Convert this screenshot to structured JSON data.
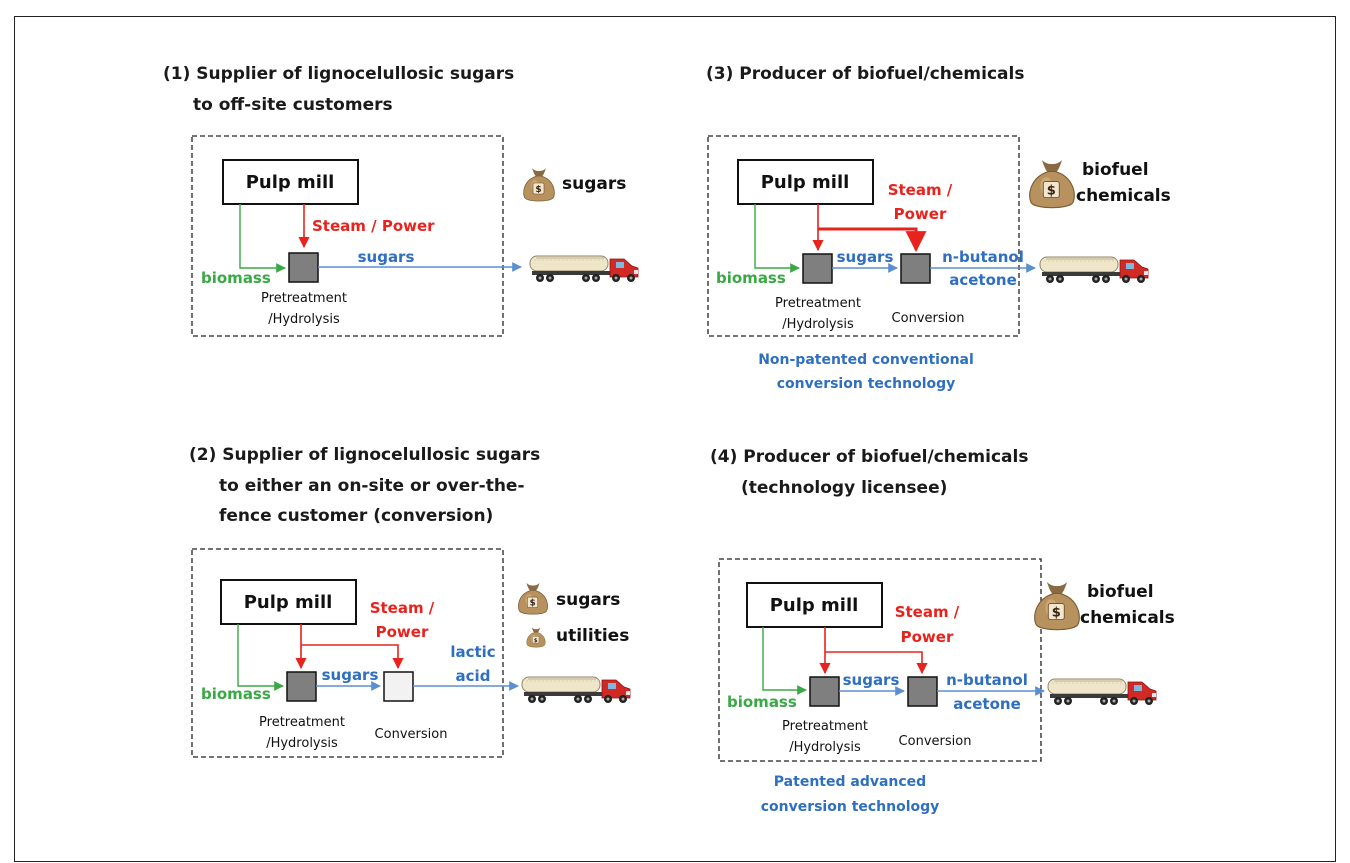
{
  "panels": [
    {
      "title_line1": "(1)  Supplier of lignocelullosic sugars",
      "title_line2": "to off-site customers",
      "title_line3": "",
      "mill": "Pulp mill",
      "steam": "Steam / Power",
      "biomass": "biomass",
      "stream": "sugars",
      "pretreat1": "Pretreatment",
      "pretreat2": "/Hydrolysis",
      "outputs": [
        "sugars"
      ]
    },
    {
      "title_line1": "(2)  Supplier of lignocelullosic sugars",
      "title_line2": "to either an on-site or over-the-",
      "title_line3": "fence customer (conversion)",
      "mill": "Pulp mill",
      "steam1": "Steam /",
      "steam2": "Power",
      "biomass": "biomass",
      "stream": "sugars",
      "product1": "lactic",
      "product2": "acid",
      "pretreat1": "Pretreatment",
      "pretreat2": "/Hydrolysis",
      "conversion": "Conversion",
      "outputs": [
        "sugars",
        "utilities"
      ]
    },
    {
      "title_line1": "(3)  Producer of biofuel/chemicals",
      "mill": "Pulp mill",
      "steam1": "Steam /",
      "steam2": "Power",
      "biomass": "biomass",
      "stream": "sugars",
      "product1": "n-butanol",
      "product2": "acetone",
      "pretreat1": "Pretreatment",
      "pretreat2": "/Hydrolysis",
      "conversion": "Conversion",
      "outputs": [
        "biofuel",
        "chemicals"
      ],
      "tech1": "Non-patented conventional",
      "tech2": "conversion technology"
    },
    {
      "title_line1": "(4)  Producer of biofuel/chemicals",
      "title_line2": "(technology licensee)",
      "mill": "Pulp mill",
      "steam1": "Steam /",
      "steam2": "Power",
      "biomass": "biomass",
      "stream": "sugars",
      "product1": "n-butanol",
      "product2": "acetone",
      "pretreat1": "Pretreatment",
      "pretreat2": "/Hydrolysis",
      "conversion": "Conversion",
      "outputs": [
        "biofuel",
        "chemicals"
      ],
      "tech1": "Patented advanced",
      "tech2": "conversion technology"
    }
  ],
  "colors": {
    "steam": "#e8231d",
    "biomass": "#3aa845",
    "product": "#2f6fc0",
    "unit_fill": "#7f7f7f"
  },
  "icons": [
    "money-bag-icon",
    "tanker-truck-icon"
  ]
}
